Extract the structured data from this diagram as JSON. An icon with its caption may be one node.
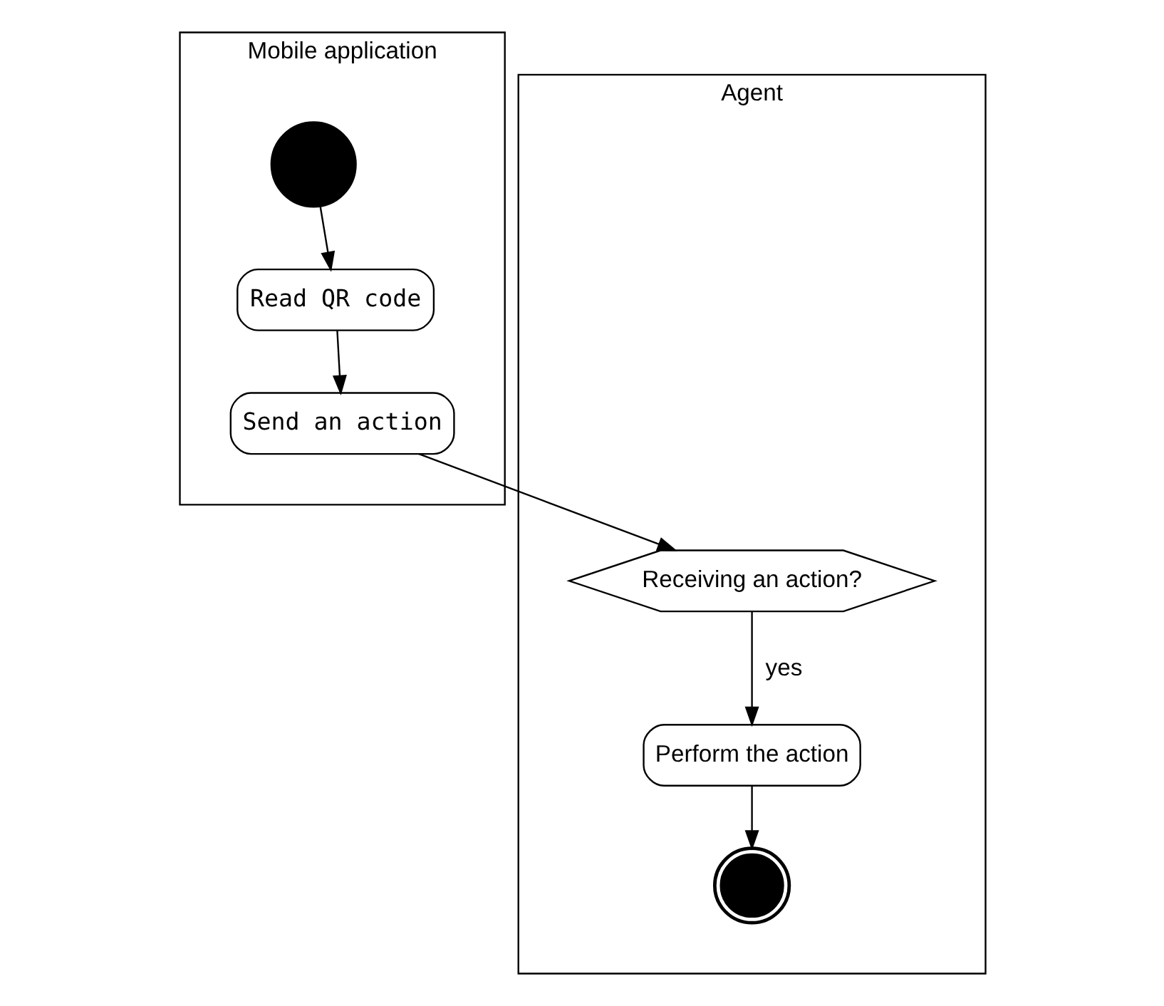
{
  "diagram": {
    "nodes": [
      {
        "text": [
          "Mobile application"
        ]
      },
      {
        "text": [
          "Agent"
        ]
      },
      {
        "text": [],
        "shape": "circle",
        "in": 0
      },
      {
        "text": [
          "Read QR code"
        ],
        "in": 0
      },
      {
        "text": [
          "Send an action"
        ],
        "in": 0
      },
      {
        "text": [
          "Receiving an action?"
        ],
        "in": 1
      },
      {
        "text": [
          "Perform the action"
        ],
        "in": 1
      },
      {
        "text": [],
        "shape": "circle",
        "in": 1
      }
    ],
    "edges": [
      {
        "from": 2,
        "to": 3,
        "arrow": "to"
      },
      {
        "from": 3,
        "to": 4,
        "arrow": "to"
      },
      {
        "from": 4,
        "to": 5,
        "arrow": "to"
      },
      {
        "from": 5,
        "to": 6,
        "arrow": "to",
        "label": "yes"
      },
      {
        "from": 6,
        "to": 7,
        "arrow": "to"
      }
    ]
  }
}
